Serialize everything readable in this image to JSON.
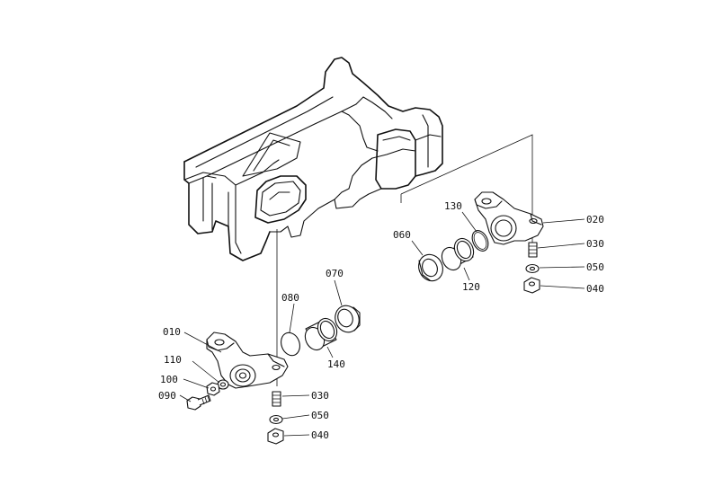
{
  "diagram": {
    "labels": {
      "p010": "010",
      "p020": "020",
      "p030a": "030",
      "p030b": "030",
      "p040a": "040",
      "p040b": "040",
      "p050a": "050",
      "p050b": "050",
      "p060": "060",
      "p070": "070",
      "p080": "080",
      "p090": "090",
      "p100": "100",
      "p110": "110",
      "p120": "120",
      "p130": "130",
      "p140": "140"
    }
  }
}
